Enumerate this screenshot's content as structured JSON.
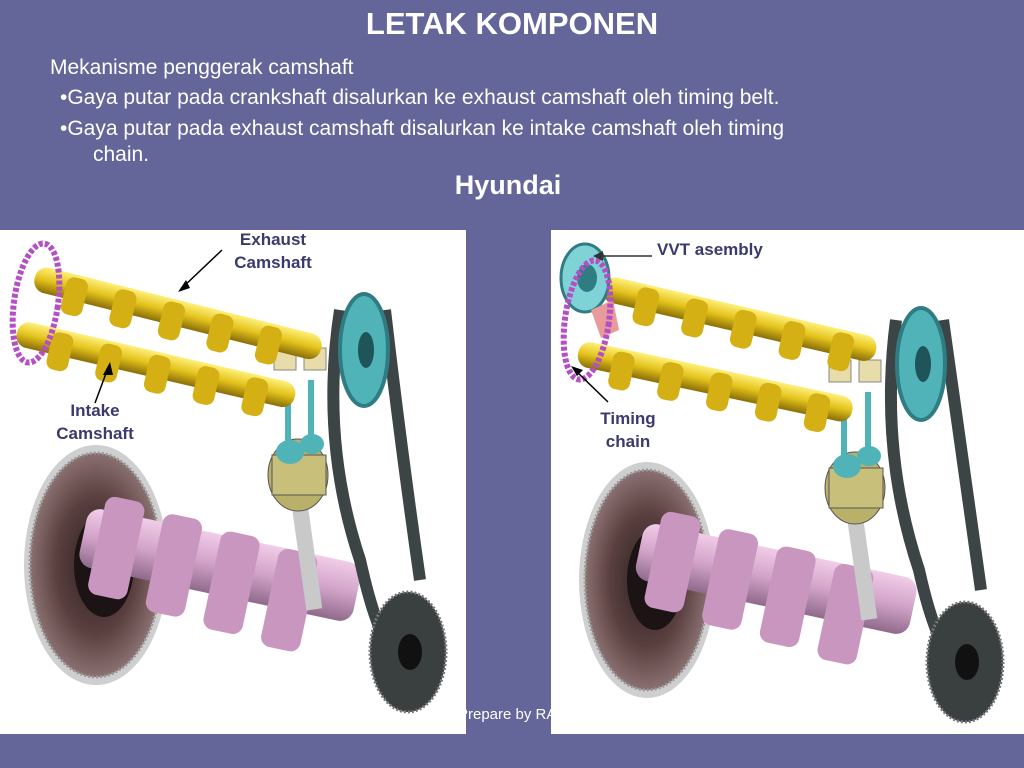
{
  "slide": {
    "title": "LETAK KOMPONEN",
    "heading": "Mekanisme penggerak camshaft",
    "bullets": [
      "•Gaya putar pada crankshaft disalurkan ke exhaust camshaft oleh timing belt.",
      "•Gaya putar pada exhaust camshaft disalurkan ke intake camshaft oleh timing",
      "chain."
    ],
    "subtitle": "Hyundai",
    "footer": "Prepare by RA"
  },
  "left_figure": {
    "labels": {
      "exhaust_line1": "Exhaust",
      "exhaust_line2": "Camshaft",
      "intake_line1": "Intake",
      "intake_line2": "Camshaft"
    }
  },
  "right_figure": {
    "labels": {
      "vvt": "VVT asembly",
      "timing_line1": "Timing",
      "timing_line2": "chain"
    }
  },
  "colors": {
    "background": "#646599",
    "camshaft": "#e3c21b",
    "crankshaft": "#d2a3c9",
    "timing_chain": "#b44fc4",
    "sprocket": "#4fb3b8",
    "belt": "#3d4446",
    "flywheel": "#5a3f3f",
    "label_text": "#3a3a6e"
  }
}
